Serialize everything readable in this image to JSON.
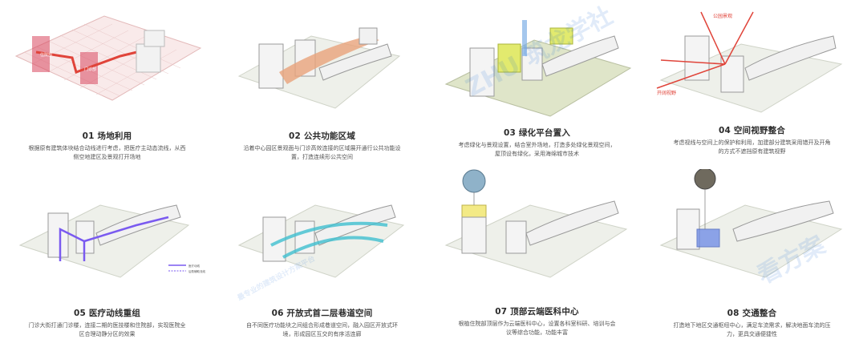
{
  "panels": [
    {
      "title": "01 场地利用",
      "desc": "根据原有建筑体块结合动线进行考虑，把医疗主动态流线，从西侧空地建区及景观打开场地"
    },
    {
      "title": "02 公共功能区域",
      "desc": "沿着中心园区景观面与门诊高效连接的区域展开通行公共功能设置，打造连续形公共空间"
    },
    {
      "title": "03 绿化平台置入",
      "desc": "考虑绿化与景观设置，结合室外场地，打造多处绿化景观空间，屋顶设有绿化，采用海绵城市技术"
    },
    {
      "title": "04 空间视野整合",
      "desc": "考虑视线与空间上的保护和利用，加建部分建筑采用错开及开角的方式不遮挡原有建筑视野"
    },
    {
      "title": "05 医疗动线重组",
      "desc": "门诊大街打通门诊楼，连接二期的医技楼和住院部，实现医院全区合理动静分区的效果"
    },
    {
      "title": "06 开放式首二层巷道空间",
      "desc": "自不同医疗功能块之间组合形成巷道空间，融入园区开放式环境，形成园区互交的有序活连廊"
    },
    {
      "title": "07 顶部云端医科中心",
      "desc": "根植住院部顶层作为云端医科中心，设置各科室科研、培训与会议等综合功能，功能丰富"
    },
    {
      "title": "08 交通整合",
      "desc": "打造地下地区交通枢纽中心，满足车流需求，解决地面车流的压力，更具交通便捷性"
    }
  ],
  "labels": {
    "p1_red_a": "住院部",
    "p1_red_b": "门诊部",
    "p4_top": "公园景观",
    "p4_left": "开阔视野",
    "p5_legend_1": "医疗动线",
    "p5_legend_2": "后勤辅助流线"
  },
  "watermark": {
    "brand": "ZHU 筑龙学社",
    "sub": "看方案",
    "tag": "最专业的建筑设计方案平台"
  },
  "colors": {
    "accent_red": "#e0443a",
    "accent_orange": "#e08a55",
    "accent_green": "#d8e66a",
    "accent_purple": "#7a5af0",
    "accent_cyan": "#3fbfd0",
    "accent_blue": "#6b88e6"
  }
}
